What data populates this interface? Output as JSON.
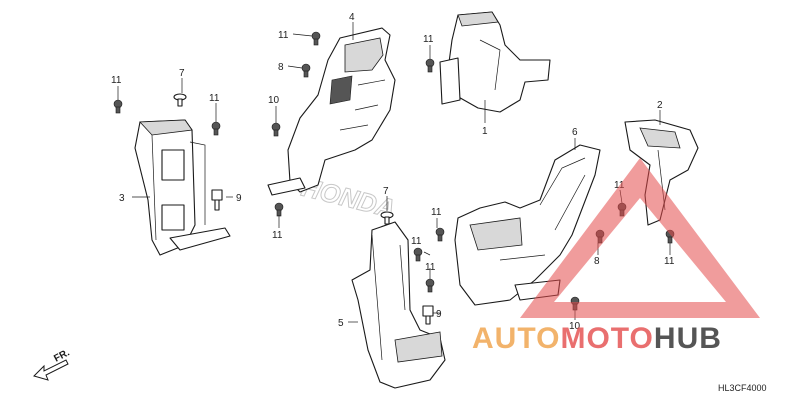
{
  "diagram": {
    "callouts": [
      {
        "id": "c1",
        "text": "1"
      },
      {
        "id": "c2",
        "text": "2"
      },
      {
        "id": "c3",
        "text": "3"
      },
      {
        "id": "c4",
        "text": "4"
      },
      {
        "id": "c5",
        "text": "5"
      },
      {
        "id": "c6",
        "text": "6"
      },
      {
        "id": "c7a",
        "text": "7"
      },
      {
        "id": "c7b",
        "text": "7"
      },
      {
        "id": "c8a",
        "text": "8"
      },
      {
        "id": "c8b",
        "text": "8"
      },
      {
        "id": "c9a",
        "text": "9"
      },
      {
        "id": "c9b",
        "text": "9"
      },
      {
        "id": "c10a",
        "text": "10"
      },
      {
        "id": "c10b",
        "text": "10"
      },
      {
        "id": "c11a",
        "text": "11"
      },
      {
        "id": "c11b",
        "text": "11"
      },
      {
        "id": "c11c",
        "text": "11"
      },
      {
        "id": "c11d",
        "text": "11"
      },
      {
        "id": "c11e",
        "text": "11"
      },
      {
        "id": "c11f",
        "text": "11"
      },
      {
        "id": "c11g",
        "text": "11"
      },
      {
        "id": "c11h",
        "text": "11"
      },
      {
        "id": "c11i",
        "text": "11"
      },
      {
        "id": "c11j",
        "text": "11"
      }
    ],
    "front_marker": "FR.",
    "diagram_code": "HL3CF4000",
    "background_brand": "HONDA"
  },
  "watermark": {
    "word_part1": "AUTO",
    "word_part2": "MOTO",
    "word_part3": "HUB",
    "color_red": "#e34b4b",
    "color_orange": "#f2b36b",
    "color_gray": "#555555"
  }
}
